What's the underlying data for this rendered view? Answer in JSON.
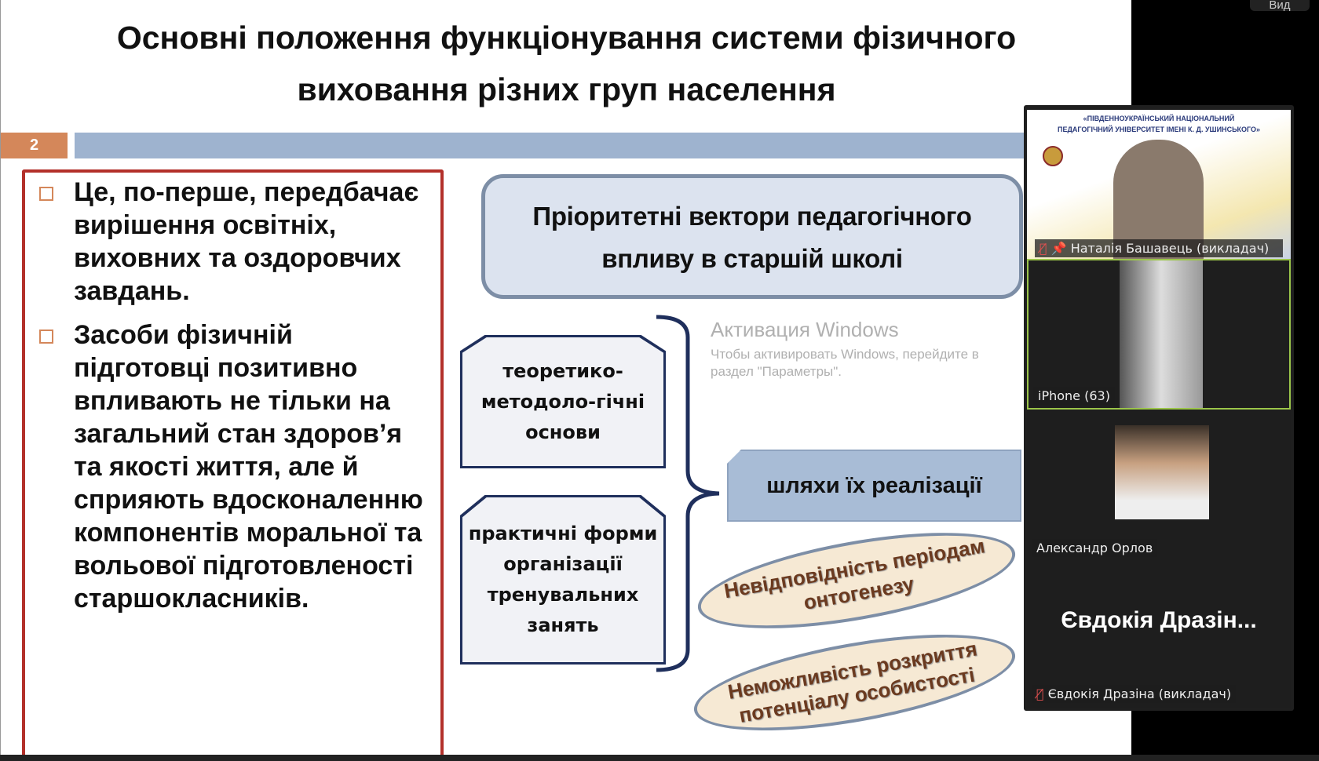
{
  "slide": {
    "title_line1": "Основні положення функціонування системи фізичного",
    "title_line2": "виховання різних груп населення",
    "slide_number": "2",
    "bullets": [
      "Це, по-перше, передбачає вирішення освітніх, виховних та оздоровчих завдань.",
      "Засоби фізичній підготовці позитивно впливають не тільки на загальний стан здоров’я та якості життя, але й сприяють вдосконаленню компонентів моральної та вольової підготовленості старшокласників."
    ],
    "header_line1": "Пріоритетні вектори педагогічного",
    "header_line2": "впливу в старшій школі",
    "box1": "теоретико-методоло-гічні основи",
    "box2": "практичні форми організації тренувальних занять",
    "paths_label": "шляхи їх реалізації",
    "ellipse1": "Невідповідність періодам онтогенезу",
    "ellipse2": "Неможливість розкриття потенціалу особистості"
  },
  "watermark": {
    "title": "Активация Windows",
    "line1": "Чтобы активировать Windows, перейдите в",
    "line2": "раздел \"Параметры\"."
  },
  "view_button": "Вид",
  "participants": [
    {
      "name": "Наталія Башавець (викладач)",
      "muted": true,
      "pinned": true,
      "banner_line1": "«ПІВДЕННОУКРАЇНСЬКИЙ НАЦІОНАЛЬНИЙ",
      "banner_line2": "ПЕДАГОГІЧНИЙ УНІВЕРСИТЕТ ІМЕНІ К. Д. УШИНСЬКОГО»"
    },
    {
      "name": "iPhone (63)",
      "active_speaker": true
    },
    {
      "name": "Александр Орлов"
    },
    {
      "name": "Євдокія Дразіна (викладач)",
      "display": "Євдокія Дразін...",
      "muted": true
    }
  ],
  "colors": {
    "accent_orange": "#d4875a",
    "bar_blue": "#9eb3cf",
    "red_border": "#b3302a",
    "active_green": "#9bc54a"
  }
}
